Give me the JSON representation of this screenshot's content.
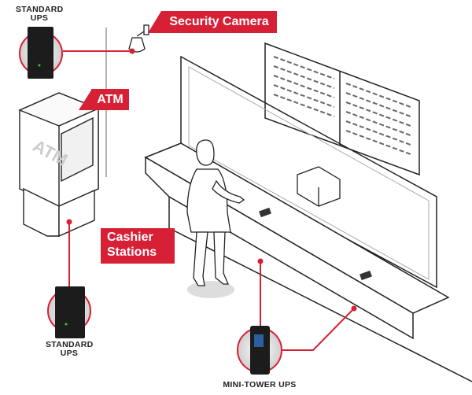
{
  "labels": {
    "security_camera": "Security Camera",
    "atm": "ATM",
    "cashier_line1": "Cashier",
    "cashier_line2": "Stations",
    "standard_ups_top_line1": "STANDARD",
    "standard_ups_top_line2": "UPS",
    "standard_ups_bottom_line1": "STANDARD",
    "standard_ups_bottom_line2": "UPS",
    "mini_tower_ups": "MINI-TOWER UPS",
    "atm_machine_text": "ATM"
  },
  "colors": {
    "accent": "#d71f35",
    "line": "#222222",
    "device": "#1c1c1c"
  }
}
